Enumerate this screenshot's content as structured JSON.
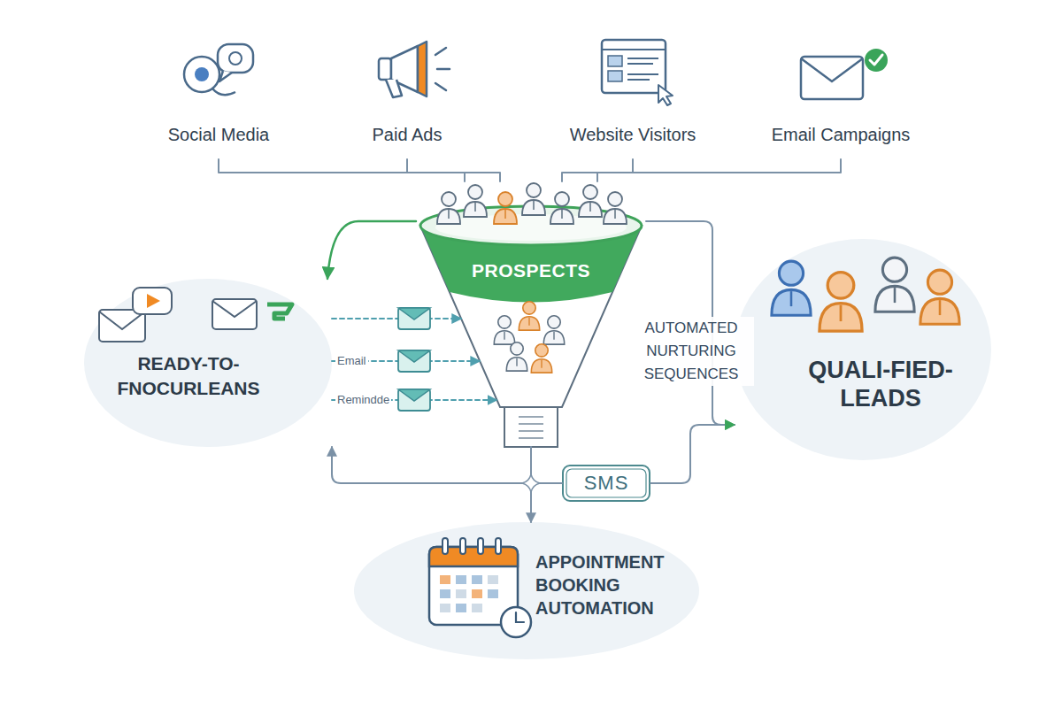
{
  "diagram": {
    "nodes": [
      {
        "text": [
          "Social Media"
        ]
      },
      {
        "text": [
          "Paid Ads"
        ]
      },
      {
        "text": [
          "Website Visitors"
        ]
      },
      {
        "text": [
          "Email Campaigns"
        ]
      },
      {
        "text": [
          "PROSPECTS"
        ]
      },
      {
        "text": [
          "READY-TO- FNOCURLEANS"
        ]
      },
      {
        "text": [
          "QUALI-FIED- LEADS"
        ]
      },
      {
        "text": [
          "SMS"
        ]
      },
      {
        "text": [
          "APPOINTMENT BOOKING AUTOMATION"
        ]
      }
    ],
    "edges": [
      {
        "from": 0,
        "to": 4,
        "arrow": "none"
      },
      {
        "from": 1,
        "to": 4,
        "arrow": "none"
      },
      {
        "from": 2,
        "to": 4,
        "arrow": "none"
      },
      {
        "from": 3,
        "to": 4,
        "arrow": "none"
      },
      {
        "from": 4,
        "to": 5,
        "arrow": "to"
      },
      {
        "from": 5,
        "to": 4,
        "arrow": "to"
      },
      {
        "from": 5,
        "to": 4,
        "label": "Email",
        "arrow": "to"
      },
      {
        "from": 5,
        "to": 4,
        "label": "Remindde",
        "arrow": "to"
      },
      {
        "from": 4,
        "to": 6,
        "arrow": "to"
      },
      {
        "from": 4,
        "to": 8,
        "arrow": "to"
      },
      {
        "from": 4,
        "to": 5,
        "arrow": "to"
      },
      {
        "from": 4,
        "to": 7,
        "arrow": "none"
      },
      {
        "from": 7,
        "to": 6,
        "arrow": "to"
      }
    ],
    "labels": [
      "AUTOMATED NURTURING SEQUENCES"
    ]
  }
}
